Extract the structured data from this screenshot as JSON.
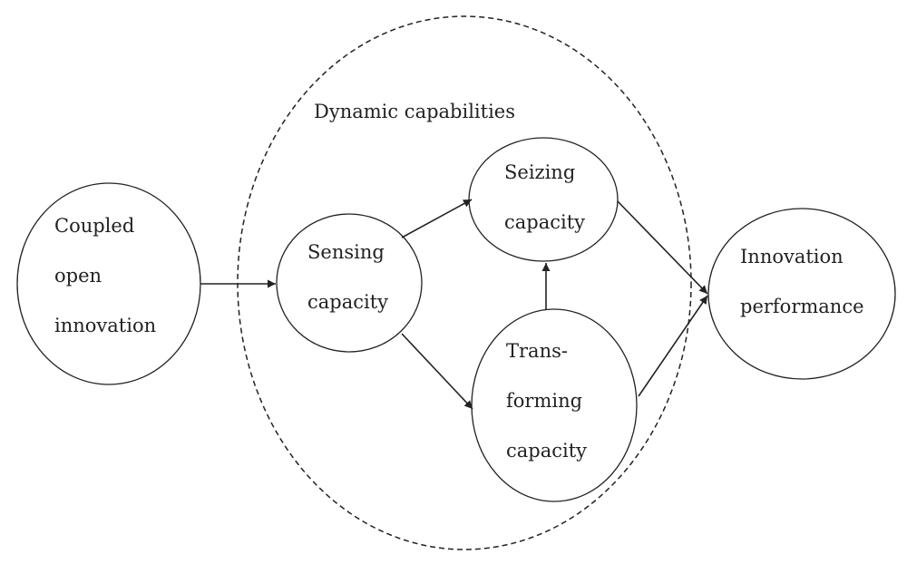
{
  "diagram": {
    "group": {
      "label": "Dynamic capabilities"
    },
    "nodes": {
      "coupled": {
        "lines": [
          "Coupled",
          "open",
          "innovation"
        ]
      },
      "sensing": {
        "lines": [
          "Sensing",
          "capacity"
        ]
      },
      "seizing": {
        "lines": [
          "Seizing",
          "capacity"
        ]
      },
      "transforming": {
        "lines": [
          "Trans-",
          "forming",
          "capacity"
        ]
      },
      "performance": {
        "lines": [
          "Innovation",
          "performance"
        ]
      }
    },
    "edges": [
      {
        "from": "Coupled open innovation",
        "to": "Sensing capacity"
      },
      {
        "from": "Sensing capacity",
        "to": "Seizing capacity"
      },
      {
        "from": "Sensing capacity",
        "to": "Transforming capacity"
      },
      {
        "from": "Transforming capacity",
        "to": "Seizing capacity"
      },
      {
        "from": "Seizing capacity",
        "to": "Innovation performance"
      },
      {
        "from": "Transforming capacity",
        "to": "Innovation performance"
      }
    ]
  }
}
